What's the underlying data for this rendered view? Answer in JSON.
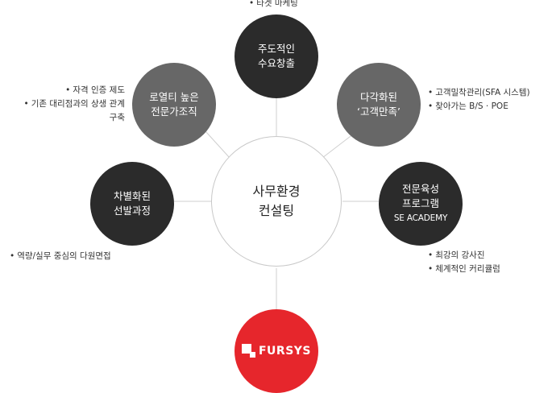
{
  "center": {
    "lines": [
      "사무환경",
      "컨설팅"
    ]
  },
  "nodes": {
    "top": {
      "lines": [
        "주도적인",
        "수요창출"
      ],
      "notes": [
        "타겟 마케팅"
      ]
    },
    "top_right": {
      "lines": [
        "다각화된",
        "‘고객만족’"
      ],
      "notes": [
        "고객밀착관리(SFA 시스템)",
        "찾아가는 B/S · POE"
      ]
    },
    "right": {
      "lines": [
        "전문육성",
        "프로그램",
        "SE ACADEMY"
      ],
      "notes": [
        "최강의 강사진",
        "체계적인 커리큘럼"
      ]
    },
    "left": {
      "lines": [
        "차별화된",
        "선발과정"
      ],
      "notes": [
        "역량/실무 중심의 다원면접"
      ]
    },
    "top_left": {
      "lines": [
        "로열티 높은",
        "전문가조직"
      ],
      "notes": [
        "자격 인증 제도",
        "기존 대리점과의 상생 관계",
        "구축"
      ]
    }
  },
  "brand": {
    "logo_text": "FURSYS",
    "logo_icon": "fursys-logo-icon"
  },
  "colors": {
    "dark": "#2b2b2b",
    "mid": "#676767",
    "brand": "#e6262c",
    "line": "#cfcfcf"
  },
  "bullet": "•"
}
